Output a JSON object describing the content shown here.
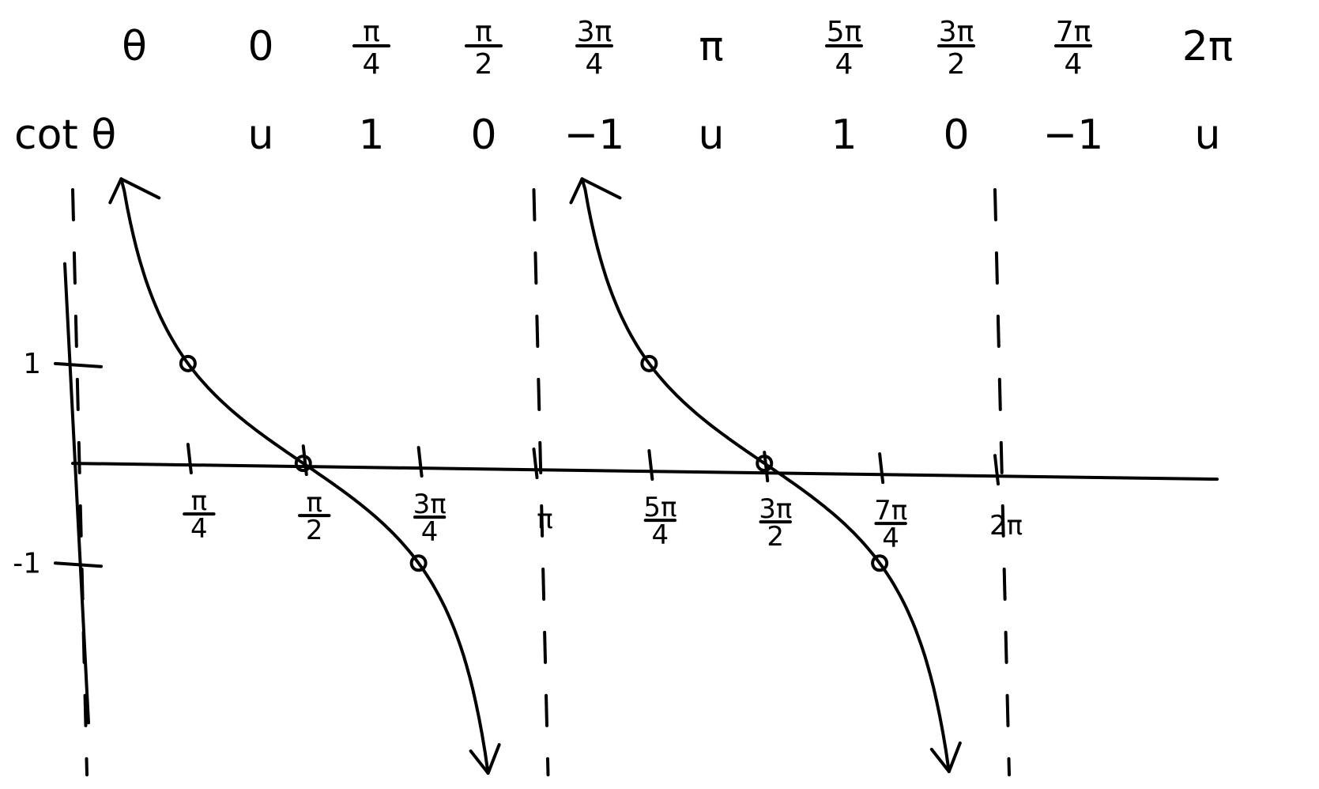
{
  "chart_data": {
    "type": "line",
    "table": {
      "header_symbol": "θ",
      "row_label": "cot θ",
      "columns": [
        {
          "num": "0",
          "den": "",
          "value": "u"
        },
        {
          "num": "π",
          "den": "4",
          "value": "1"
        },
        {
          "num": "π",
          "den": "2",
          "value": "0"
        },
        {
          "num": "3π",
          "den": "4",
          "value": "−1"
        },
        {
          "num": "π",
          "den": "",
          "value": "u"
        },
        {
          "num": "5π",
          "den": "4",
          "value": "1"
        },
        {
          "num": "3π",
          "den": "2",
          "value": "0"
        },
        {
          "num": "7π",
          "den": "4",
          "value": "−1"
        },
        {
          "num": "2π",
          "den": "",
          "value": "u"
        }
      ]
    },
    "x_ticks": [
      {
        "num": "π",
        "den": "4",
        "x": 0.7854
      },
      {
        "num": "π",
        "den": "2",
        "x": 1.5708
      },
      {
        "num": "3π",
        "den": "4",
        "x": 2.3562
      },
      {
        "num": "π",
        "den": "",
        "x": 3.1416
      },
      {
        "num": "5π",
        "den": "4",
        "x": 3.927
      },
      {
        "num": "3π",
        "den": "2",
        "x": 4.7124
      },
      {
        "num": "7π",
        "den": "4",
        "x": 5.4978
      },
      {
        "num": "2π",
        "den": "",
        "x": 6.2832
      }
    ],
    "y_ticks": [
      {
        "label": "1",
        "y": 1
      },
      {
        "label": "-1",
        "y": -1
      }
    ],
    "xlim": [
      0,
      7.85
    ],
    "ylim": [
      -3.2,
      2.9
    ],
    "asymptotes": [
      0,
      3.1416,
      6.2832
    ],
    "points": [
      {
        "x": 0.7854,
        "y": 1
      },
      {
        "x": 1.5708,
        "y": 0
      },
      {
        "x": 2.3562,
        "y": -1
      },
      {
        "x": 3.927,
        "y": 1
      },
      {
        "x": 4.7124,
        "y": 0
      },
      {
        "x": 5.4978,
        "y": -1
      }
    ],
    "series": [
      {
        "function": "cot",
        "domain": [
          0.33,
          2.83
        ]
      },
      {
        "function": "cot",
        "domain": [
          3.47,
          5.97
        ]
      }
    ]
  }
}
